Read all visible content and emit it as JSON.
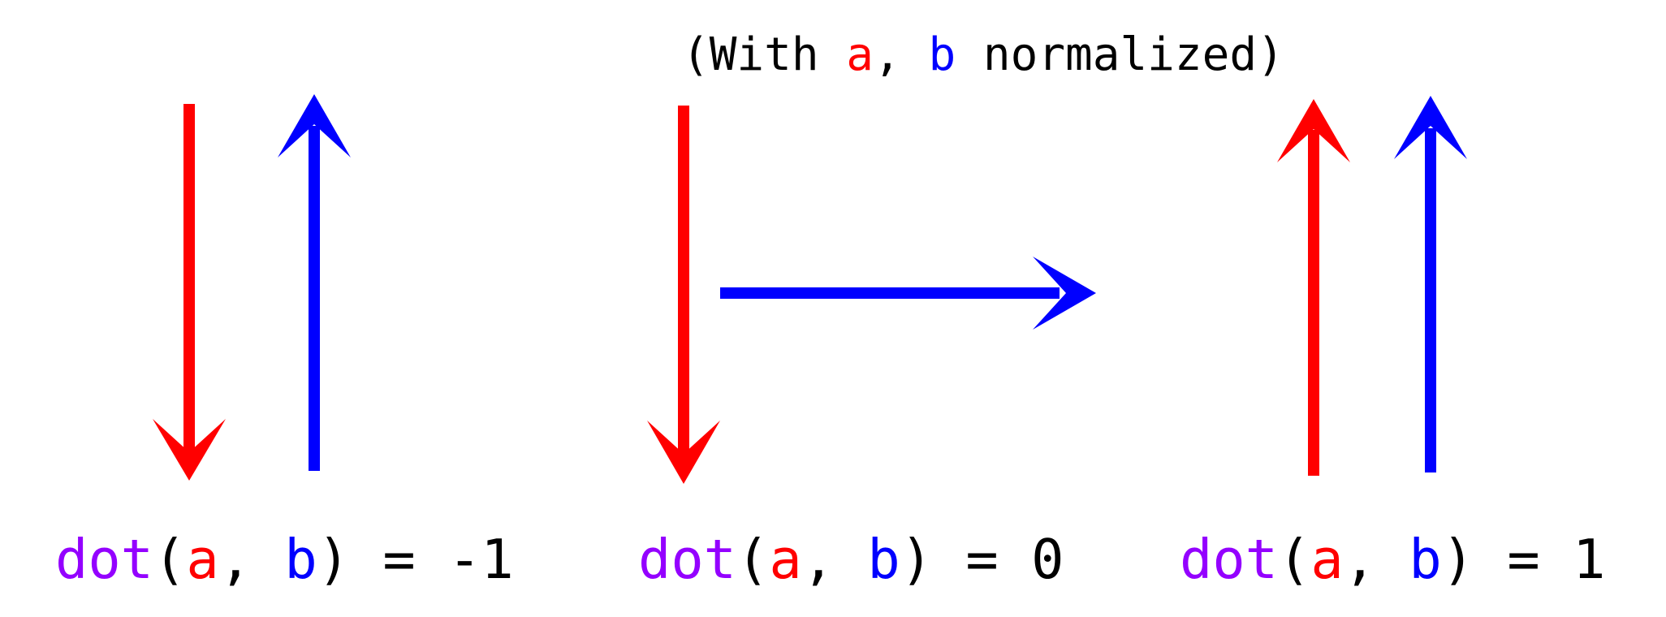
{
  "colors": {
    "a": "#ff0000",
    "b": "#0000ff",
    "fn": "#9400ff",
    "text": "#000000"
  },
  "title": {
    "prefix": "(With ",
    "a": "a",
    "sep": ", ",
    "b": "b",
    "suffix": " normalized)"
  },
  "panels": [
    {
      "fn": "dot",
      "open": "(",
      "a": "a",
      "sep": ", ",
      "b": "b",
      "close": ")",
      "equals": " = ",
      "value": "-1",
      "vector_a_direction": "down",
      "vector_b_direction": "up"
    },
    {
      "fn": "dot",
      "open": "(",
      "a": "a",
      "sep": ", ",
      "b": "b",
      "close": ")",
      "equals": " = ",
      "value": "0",
      "vector_a_direction": "down",
      "vector_b_direction": "right"
    },
    {
      "fn": "dot",
      "open": "(",
      "a": "a",
      "sep": ", ",
      "b": "b",
      "close": ")",
      "equals": " = ",
      "value": "1",
      "vector_a_direction": "up",
      "vector_b_direction": "up"
    }
  ]
}
